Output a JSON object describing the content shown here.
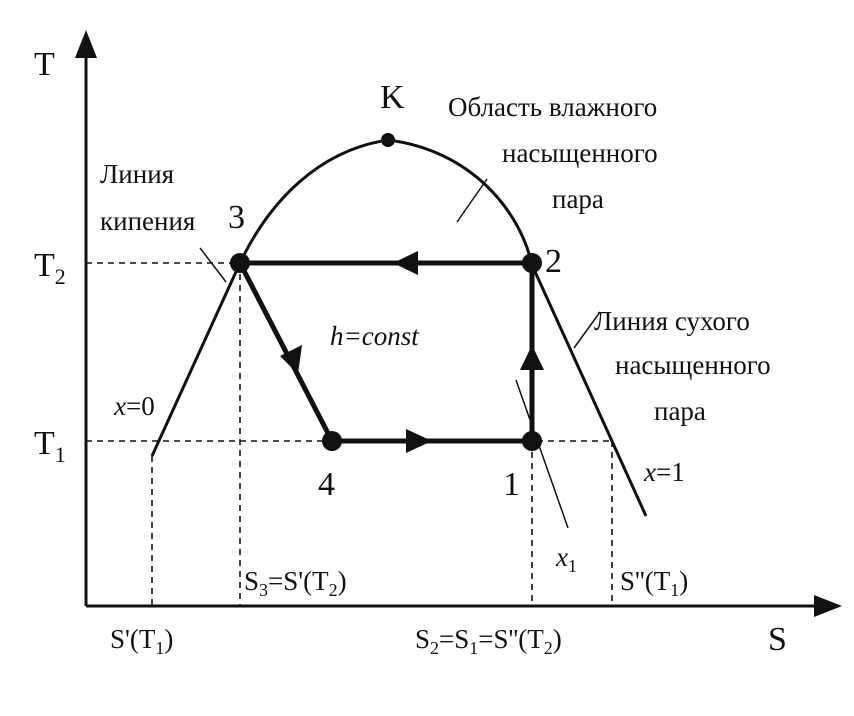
{
  "axes": {
    "y_label": "T",
    "x_label": "S"
  },
  "ticks": {
    "t2_base": "T",
    "t2_sub": "2",
    "t1_base": "T",
    "t1_sub": "1"
  },
  "points": {
    "k": "K",
    "p1": "1",
    "p2": "2",
    "p3": "3",
    "p4": "4"
  },
  "labels": {
    "wet_line1": "Область влажного",
    "wet_line2": "насыщенного",
    "wet_line3": "пара",
    "boil_line1": "Линия",
    "boil_line2": "кипения",
    "dry_line1": "Линия сухого",
    "dry_line2": "насыщенного",
    "dry_line3": "пара",
    "h_const": "h=const",
    "x0_var": "x",
    "x0_eq": "=0",
    "x1_var": "x",
    "x1_eq": "=1",
    "xq_var": "x",
    "xq_sub": "1"
  },
  "s_labels": {
    "s_t1_a": "S'(T",
    "s_t1_sub": "1",
    "s_t1_b": ")",
    "s3_a": "S",
    "s3_sub1": "3",
    "s3_b": "=S'(T",
    "s3_sub2": "2",
    "s3_c": ")",
    "sdd_a": "S''(T",
    "sdd_sub": "1",
    "sdd_b": ")",
    "s2_a": "S",
    "s2_sub1": "2",
    "s2_b": "=S",
    "s2_sub2": "1",
    "s2_c": "=S''(T",
    "s2_sub3": "2",
    "s2_d": ")"
  }
}
